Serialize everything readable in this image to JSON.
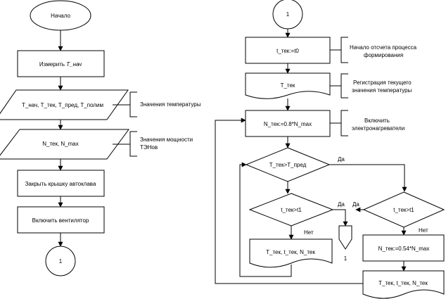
{
  "left": {
    "start": "Начало",
    "measure_prefix": "Измерить ",
    "measure_var": "T_нач",
    "temps_io": "T_нач, T_тек, T_пред, T_полим",
    "temps_note": "Значения температуры",
    "power_io": "N_тек,  N_max",
    "power_note_line1": "Значения мощности",
    "power_note_line2": "ТЭНов",
    "close_lid": "Закрыть крышку автоклава",
    "fan_on": "Включить вентилятор",
    "connector": "1"
  },
  "right": {
    "connector_top": "1",
    "t_assign": "t_тек:=t0",
    "t_note_line1": "Начало отсчета процесса",
    "t_note_line2": "формирования",
    "t_doc": "T_тек",
    "t_doc_note_line1": "Регистрация текущего",
    "t_doc_note_line2": "значения температуры",
    "n_assign": "N_тек:=0.8*N_max",
    "n_note_line1": "Включить",
    "n_note_line2": "электронагреватели",
    "cond_temp": "T_тек>T_пред",
    "yes_1": "Да",
    "cond_t1_left": "t_тек>t1",
    "yes_2": "Да",
    "yes_3": "Да",
    "no_left": "Нет",
    "out_left": "T_тек, t_тек, N_тек",
    "offpage": "1",
    "cond_t1_right": "t_тек>t1",
    "no_right": "Нет",
    "n_assign2": "N_тек:=0.54*N_max",
    "out_right": "T_тек, t_тек, N_тек"
  }
}
